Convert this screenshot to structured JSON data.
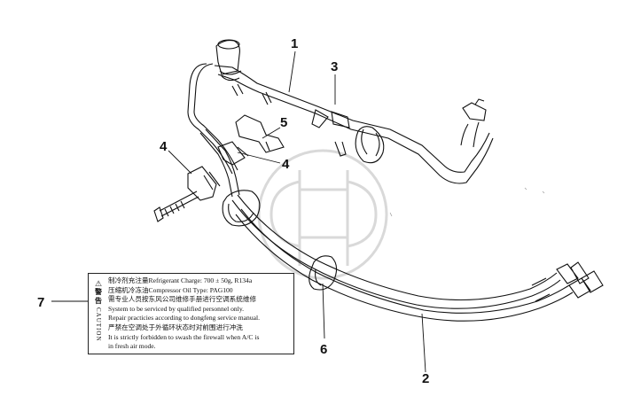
{
  "callouts": [
    {
      "id": "1",
      "text": "1"
    },
    {
      "id": "2",
      "text": "2"
    },
    {
      "id": "3",
      "text": "3"
    },
    {
      "id": "4a",
      "text": "4"
    },
    {
      "id": "4b",
      "text": "4"
    },
    {
      "id": "5",
      "text": "5"
    },
    {
      "id": "6",
      "text": "6"
    },
    {
      "id": "7",
      "text": "7"
    }
  ],
  "caution_label": {
    "side_icon": "warning-triangle-icon",
    "side_cn_1": "警",
    "side_cn_2": "告",
    "side_en": "CAUTION",
    "lines": [
      "制冷剂充注量Refrigerant Charge:  700 ± 50g, R134a",
      "压缩机冷冻油Compressor Oil Type:  PAG100",
      "需专业人员按东风公司维修手册进行空调系统维修",
      "System to be serviced by qualified  personnel only.",
      "Repair practicies according to dongfeng service manual.",
      "严禁在空调处于外循环状态时对前围进行冲洗",
      "It is strictly forbidden to swash the firewall when A/C is",
      "in fresh air mode."
    ]
  },
  "colors": {
    "line": "#111111",
    "watermark": "#d9d9d9"
  }
}
